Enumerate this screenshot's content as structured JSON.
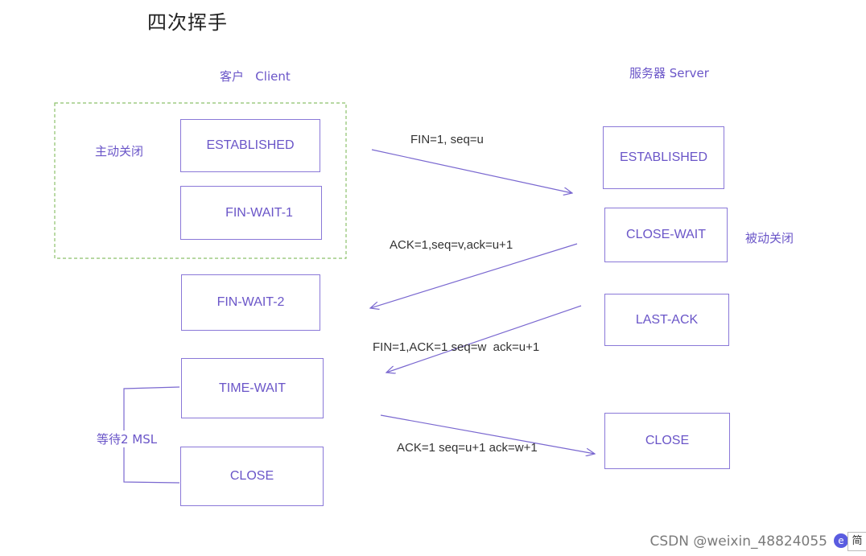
{
  "title": "四次挥手",
  "client": {
    "label": "客户   Client",
    "active_close_label": "主动关闭",
    "wait_label": "等待2 MSL"
  },
  "server": {
    "label": "服务器 Server",
    "passive_close_label": "被动关闭"
  },
  "client_states": [
    "ESTABLISHED",
    "FIN-WAIT-1",
    "FIN-WAIT-2",
    "TIME-WAIT",
    "CLOSE"
  ],
  "server_states": [
    "ESTABLISHED",
    "CLOSE-WAIT",
    "LAST-ACK",
    "CLOSE"
  ],
  "messages": [
    {
      "label": "FIN=1, seq=u",
      "direction": "client-to-server"
    },
    {
      "label": "ACK=1,seq=v,ack=u+1",
      "direction": "server-to-client"
    },
    {
      "label": "FIN=1,ACK=1 seq=w  ack=u+1",
      "direction": "server-to-client"
    },
    {
      "label": "ACK=1 seq=u+1 ack=w+1",
      "direction": "client-to-server"
    }
  ],
  "colors": {
    "accent": "#6a55c8",
    "box_border": "#8a78d8",
    "dashed_group": "#8cc06a"
  },
  "watermark": {
    "text": "CSDN @weixin_48824055",
    "badge_icon": "e",
    "badge_text": "简"
  }
}
